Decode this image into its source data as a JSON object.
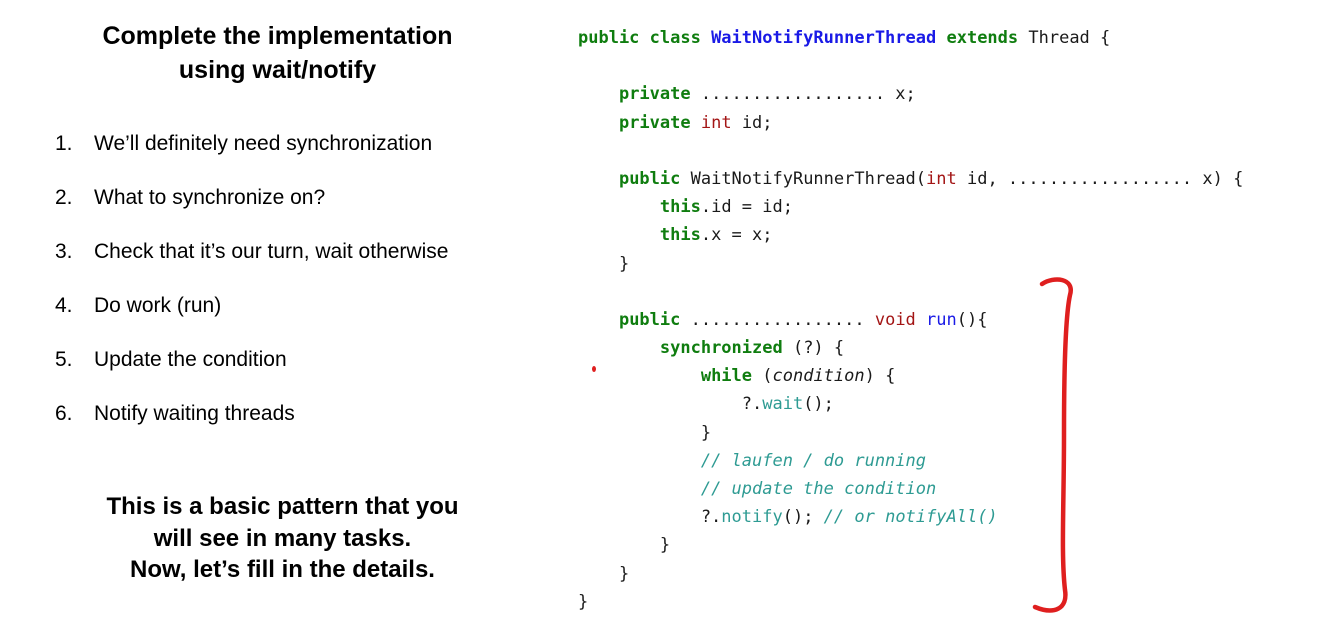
{
  "left": {
    "title_lines": [
      "Complete the implementation",
      "using wait/notify"
    ],
    "items": [
      {
        "num": "1.",
        "text": "We’ll definitely need synchronization"
      },
      {
        "num": "2.",
        "text": "What to synchronize on?"
      },
      {
        "num": "3.",
        "text": "Check that it’s our turn, wait otherwise"
      },
      {
        "num": "4.",
        "text": "Do work (run)"
      },
      {
        "num": "5.",
        "text": "Update the condition"
      },
      {
        "num": "6.",
        "text": "Notify waiting threads"
      }
    ],
    "footer_lines": [
      "This is a basic pattern that you",
      "will see in many tasks.",
      "Now, let’s fill in the details."
    ]
  },
  "code": {
    "lines": [
      {
        "tokens": [
          {
            "t": "public class ",
            "c": "kw"
          },
          {
            "t": "WaitNotifyRunnerThread",
            "c": "cls"
          },
          {
            "t": " ",
            "c": "plain"
          },
          {
            "t": "extends",
            "c": "kw"
          },
          {
            "t": " Thread {",
            "c": "plain"
          }
        ]
      },
      {
        "tokens": []
      },
      {
        "tokens": [
          {
            "t": "    ",
            "c": "plain"
          },
          {
            "t": "private",
            "c": "kw"
          },
          {
            "t": " .................. x;",
            "c": "plain"
          }
        ]
      },
      {
        "tokens": [
          {
            "t": "    ",
            "c": "plain"
          },
          {
            "t": "private",
            "c": "kw"
          },
          {
            "t": " ",
            "c": "plain"
          },
          {
            "t": "int",
            "c": "type"
          },
          {
            "t": " id;",
            "c": "plain"
          }
        ]
      },
      {
        "tokens": []
      },
      {
        "tokens": [
          {
            "t": "    ",
            "c": "plain"
          },
          {
            "t": "public",
            "c": "kw"
          },
          {
            "t": " WaitNotifyRunnerThread(",
            "c": "plain"
          },
          {
            "t": "int",
            "c": "type"
          },
          {
            "t": " id, .................. x) {",
            "c": "plain"
          }
        ]
      },
      {
        "tokens": [
          {
            "t": "        ",
            "c": "plain"
          },
          {
            "t": "this",
            "c": "kw"
          },
          {
            "t": ".id = id;",
            "c": "plain"
          }
        ]
      },
      {
        "tokens": [
          {
            "t": "        ",
            "c": "plain"
          },
          {
            "t": "this",
            "c": "kw"
          },
          {
            "t": ".x = x;",
            "c": "plain"
          }
        ]
      },
      {
        "tokens": [
          {
            "t": "    }",
            "c": "plain"
          }
        ]
      },
      {
        "tokens": []
      },
      {
        "tokens": [
          {
            "t": "    ",
            "c": "plain"
          },
          {
            "t": "public",
            "c": "kw"
          },
          {
            "t": " ................. ",
            "c": "plain"
          },
          {
            "t": "void",
            "c": "type"
          },
          {
            "t": " ",
            "c": "plain"
          },
          {
            "t": "run",
            "c": "fn"
          },
          {
            "t": "(){",
            "c": "plain"
          }
        ]
      },
      {
        "tokens": [
          {
            "t": "        ",
            "c": "plain"
          },
          {
            "t": "synchronized",
            "c": "kw"
          },
          {
            "t": " (?) {",
            "c": "plain"
          }
        ]
      },
      {
        "tokens": [
          {
            "t": "            ",
            "c": "plain"
          },
          {
            "t": "while",
            "c": "kw"
          },
          {
            "t": " (",
            "c": "plain"
          },
          {
            "t": "condition",
            "c": "em"
          },
          {
            "t": ") {",
            "c": "plain"
          }
        ]
      },
      {
        "tokens": [
          {
            "t": "                ?.",
            "c": "plain"
          },
          {
            "t": "wait",
            "c": "call"
          },
          {
            "t": "();",
            "c": "plain"
          }
        ]
      },
      {
        "tokens": [
          {
            "t": "            }",
            "c": "plain"
          }
        ]
      },
      {
        "tokens": [
          {
            "t": "            ",
            "c": "plain"
          },
          {
            "t": "// laufen / do running",
            "c": "cmt"
          }
        ]
      },
      {
        "tokens": [
          {
            "t": "            ",
            "c": "plain"
          },
          {
            "t": "// update the condition",
            "c": "cmt"
          }
        ]
      },
      {
        "tokens": [
          {
            "t": "            ?.",
            "c": "plain"
          },
          {
            "t": "notify",
            "c": "call"
          },
          {
            "t": "(); ",
            "c": "plain"
          },
          {
            "t": "// or notifyAll()",
            "c": "cmt"
          }
        ]
      },
      {
        "tokens": [
          {
            "t": "        }",
            "c": "plain"
          }
        ]
      },
      {
        "tokens": [
          {
            "t": "    }",
            "c": "plain"
          }
        ]
      },
      {
        "tokens": [
          {
            "t": "}",
            "c": "plain"
          }
        ]
      }
    ]
  },
  "colors": {
    "keyword_green": "#0f7d0f",
    "class_blue": "#1a1ae6",
    "type_red": "#a31515",
    "method_blue": "#1a1ae6",
    "call_teal": "#2e9b93",
    "comment_teal": "#2e9b93",
    "annotation_red": "#df1f1f"
  }
}
